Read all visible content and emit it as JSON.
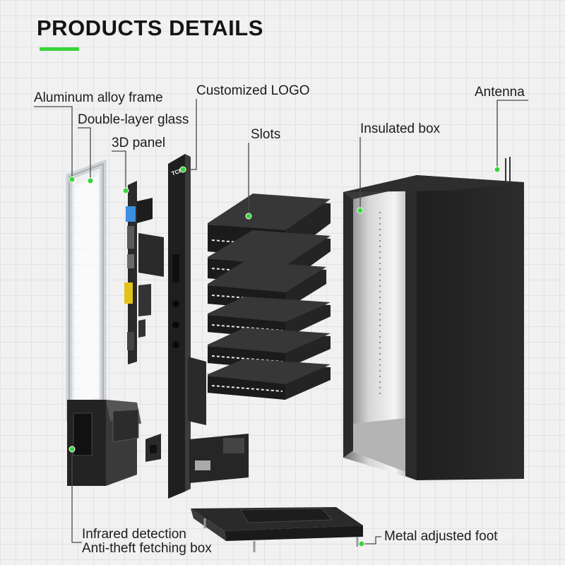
{
  "page": {
    "title": "PRODUCTS DETAILS",
    "accent_color": "#39d53a",
    "line_color": "#4a4a4a"
  },
  "labels": {
    "aluminum_frame": "Aluminum alloy frame",
    "double_glass": "Double-layer glass",
    "panel_3d": "3D panel",
    "custom_logo": "Customized LOGO",
    "slots": "Slots",
    "insulated_box": "Insulated box",
    "antenna": "Antenna",
    "infrared_detection": "Infrared detection",
    "anti_theft_box": "Anti-theft fetching box",
    "metal_foot": "Metal adjusted foot"
  },
  "logo_text": "TCN"
}
